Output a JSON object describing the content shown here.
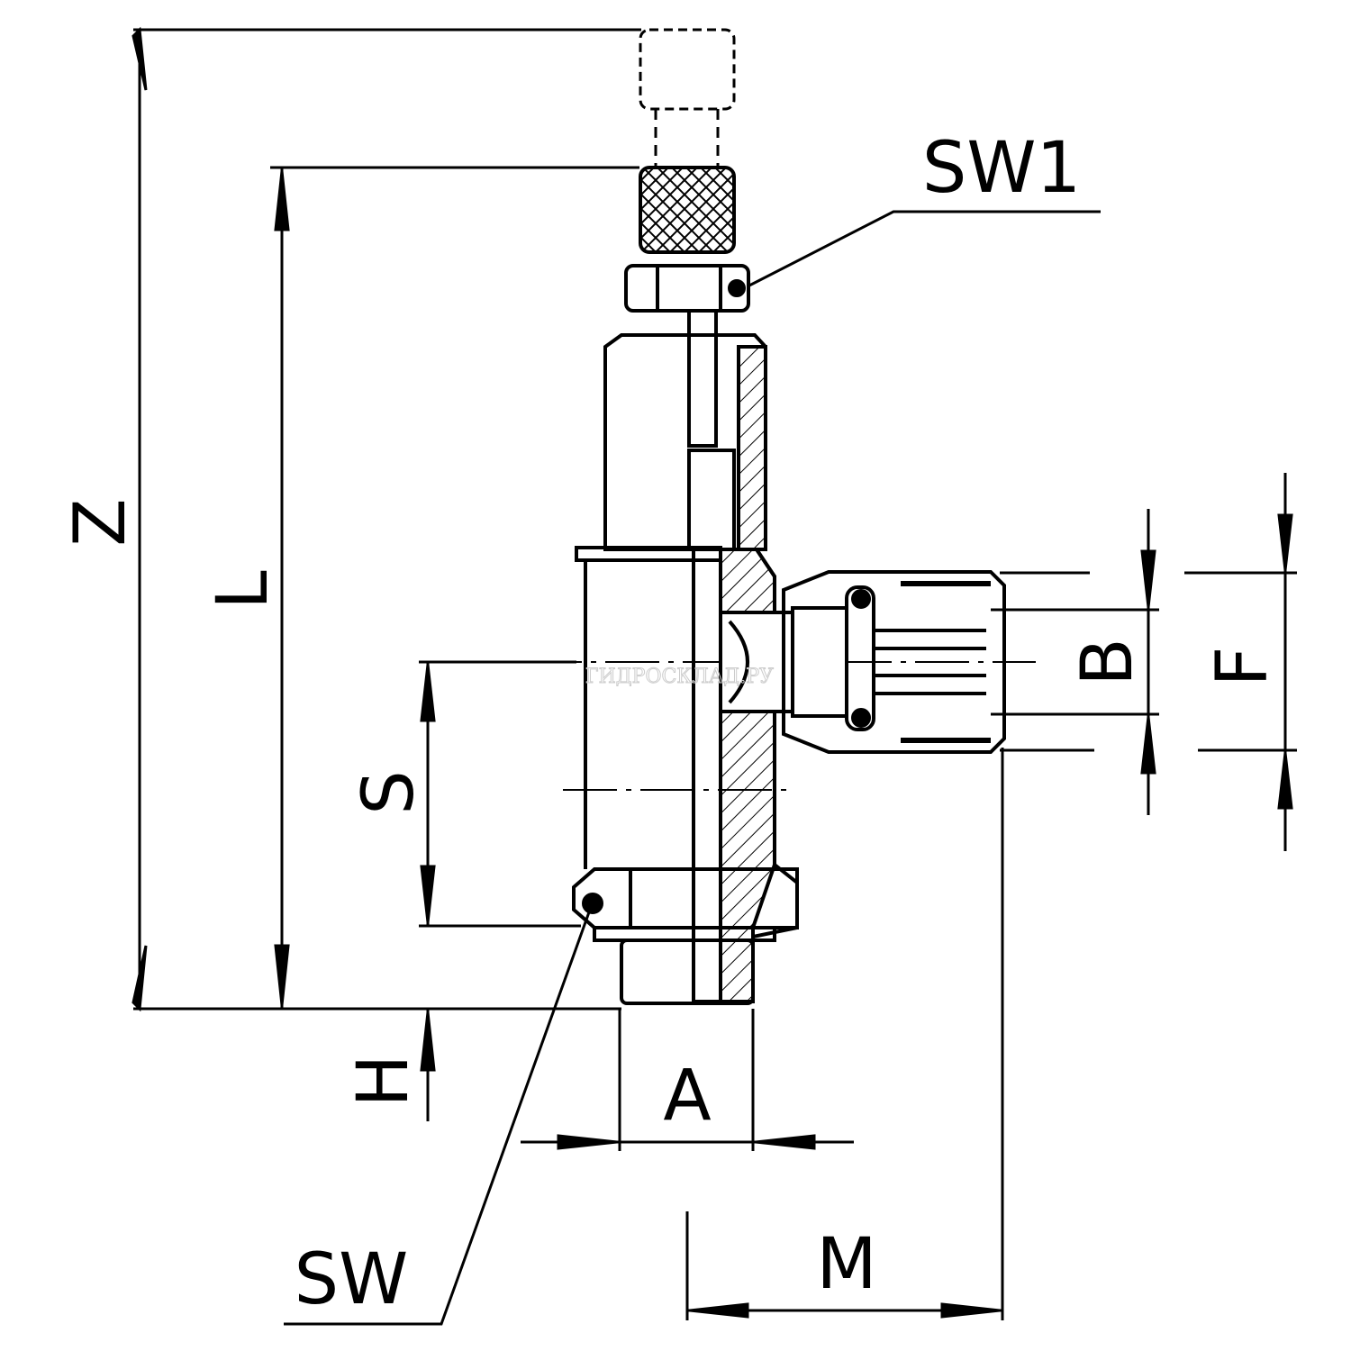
{
  "drawing": {
    "labels": {
      "Z": "Z",
      "L": "L",
      "S": "S",
      "H": "H",
      "A": "A",
      "SW": "SW",
      "M": "M",
      "SW1": "SW1",
      "B": "B",
      "F": "F"
    },
    "watermark": "ГИДРОСКЛАД.РУ",
    "colors": {
      "line": "#000000",
      "background": "#ffffff"
    }
  }
}
